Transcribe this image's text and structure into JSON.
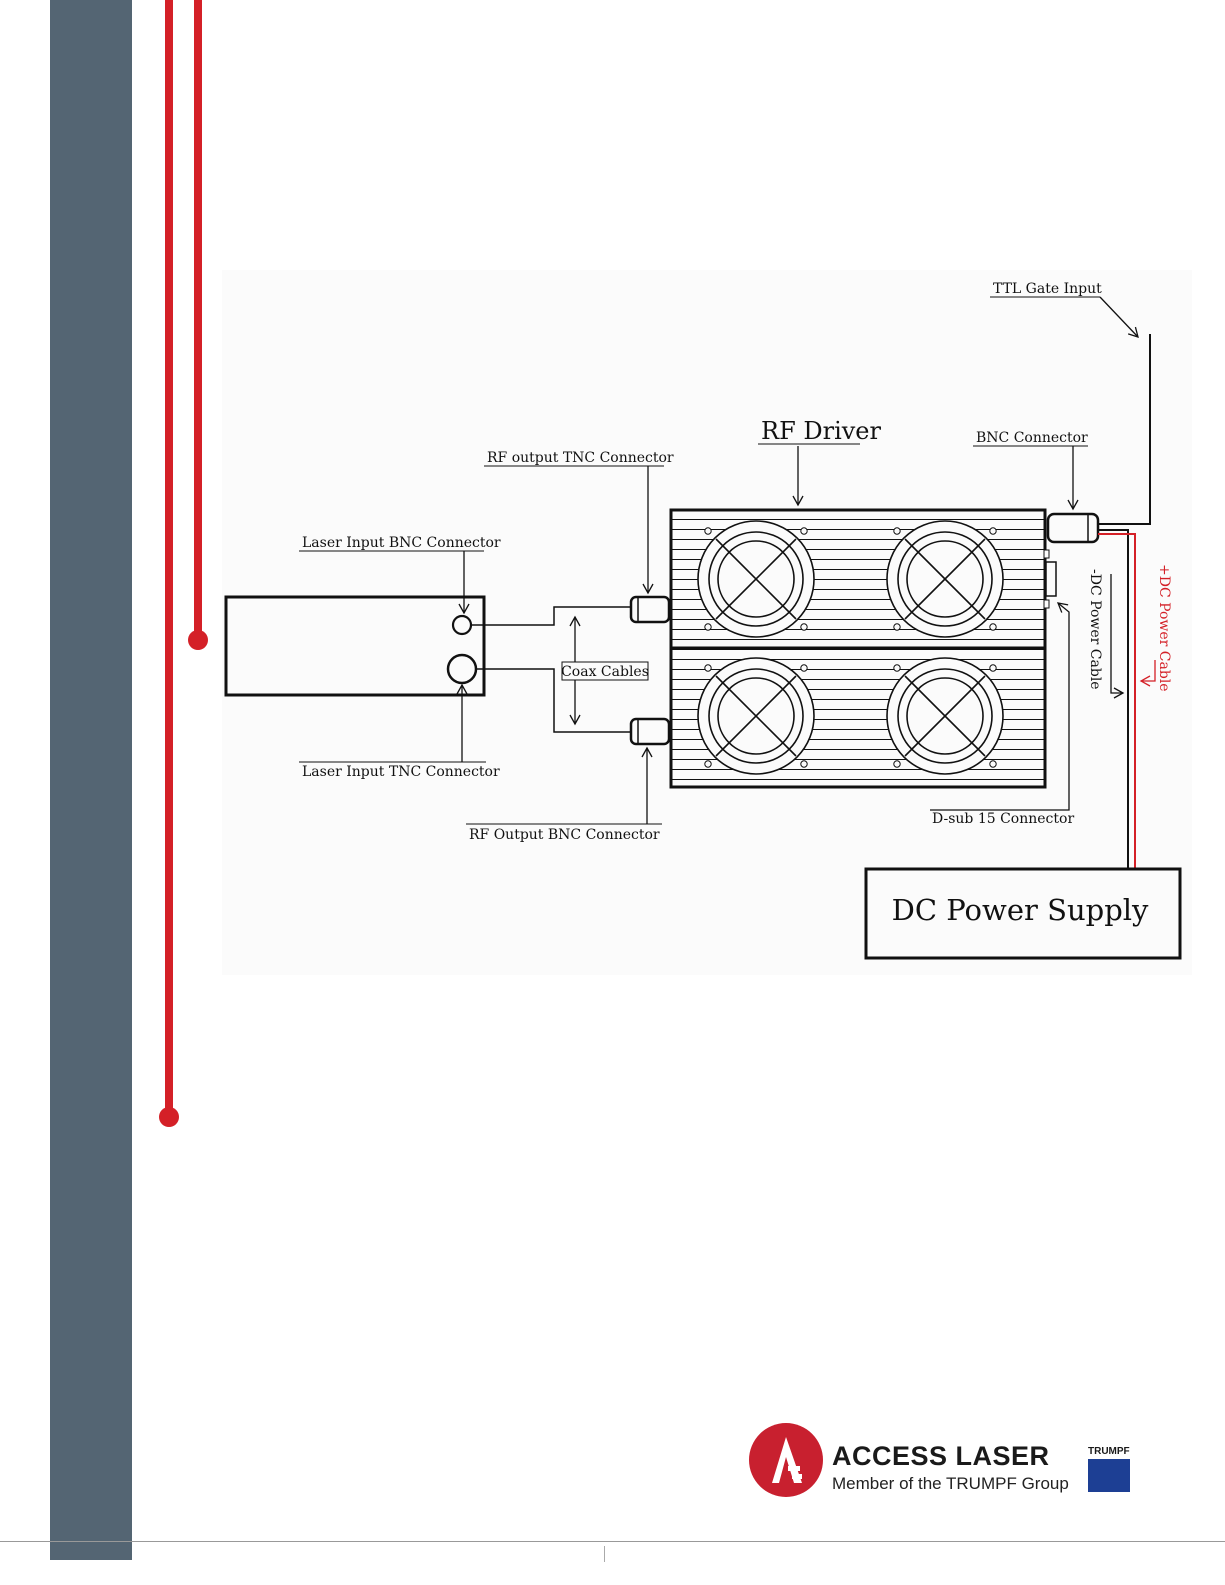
{
  "diagram": {
    "labels": {
      "ttl_gate_input": "TTL Gate Input",
      "rf_driver": "RF Driver",
      "bnc_connector": "BNC Connector",
      "rf_output_tnc_connector": "RF output TNC Connector",
      "laser_input_bnc_connector": "Laser Input BNC Connector",
      "coax_cables": "Coax Cables",
      "laser_input_tnc_connector": "Laser Input TNC Connector",
      "rf_output_bnc_connector": "RF Output BNC Connector",
      "dsub_connector": "D-sub 15 Connector",
      "neg_dc_power_cable": "-DC Power Cable",
      "pos_dc_power_cable": "+DC Power Cable",
      "dc_power_supply": "DC Power Supply"
    },
    "colors": {
      "positive_cable": "#d42027",
      "negative_cable": "#111111"
    }
  },
  "decor": {
    "sidebar_color": "#546573",
    "accent_line_color": "#d42027"
  },
  "logo": {
    "company_name": "ACCESS LASER",
    "tagline": "Member of the TRUMPF Group",
    "partner_word": "TRUMPF",
    "mark_color": "#c8202f",
    "partner_box_color": "#1d3f94"
  }
}
